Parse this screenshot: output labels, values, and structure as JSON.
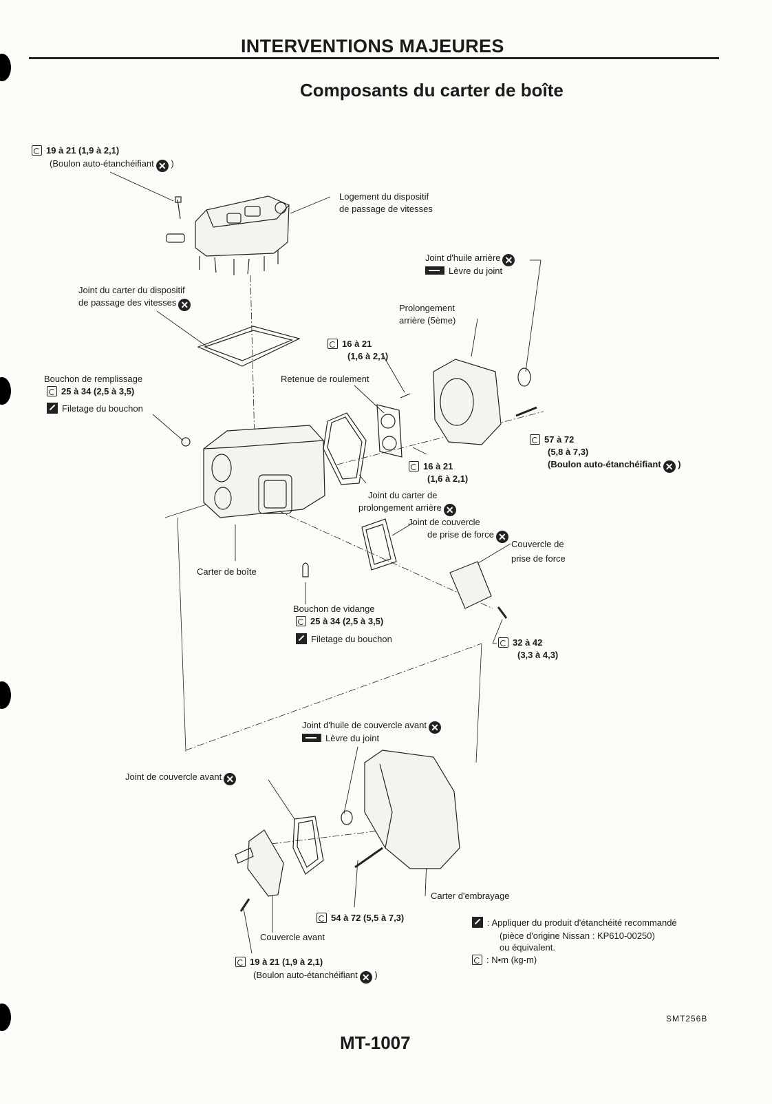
{
  "header": {
    "section": "INTERVENTIONS MAJEURES",
    "title": "Composants du carter de boîte"
  },
  "callouts": {
    "top_bolt_torque": "19 à 21 (1,9 à 2,1)",
    "top_bolt_note": "(Boulon auto-étanchéifiant",
    "shift_housing_1": "Logement du dispositif",
    "shift_housing_2": "de passage de vitesses",
    "rear_oil_seal": "Joint d'huile arrière",
    "seal_lip": "Lèvre du joint",
    "shift_gasket_1": "Joint du carter du dispositif",
    "shift_gasket_2": "de passage des vitesses",
    "rear_ext_1": "Prolongement",
    "rear_ext_2": "arrière (5ème)",
    "bolt_16_torque_a": "16 à 21",
    "bolt_16_torque_b": "(1,6 à 2,1)",
    "bearing_retainer": "Retenue de roulement",
    "filler_plug": "Bouchon de remplissage",
    "filler_torque": "25 à 34 (2,5 à 3,5)",
    "plug_thread": "Filetage du bouchon",
    "bolt_57_a": "57 à 72",
    "bolt_57_b": "(5,8 à 7,3)",
    "bolt_57_c": "(Boulon auto-étanchéifiant",
    "bolt_16b_a": "16 à 21",
    "bolt_16b_b": "(1,6 à 2,1)",
    "ext_gasket_1": "Joint du carter de",
    "ext_gasket_2": "prolongement arrière",
    "pto_gasket_1": "Joint de couvercle",
    "pto_gasket_2": "de prise de force",
    "pto_cover_1": "Couvercle de",
    "pto_cover_2": "prise de force",
    "case": "Carter de boîte",
    "drain_plug": "Bouchon de vidange",
    "drain_torque": "25 à 34 (2,5 à 3,5)",
    "drain_thread": "Filetage du bouchon",
    "bolt_32_a": "32 à 42",
    "bolt_32_b": "(3,3 à 4,3)",
    "front_oil_seal": "Joint d'huile de couvercle avant",
    "front_seal_lip": "Lèvre du joint",
    "front_cover_gasket": "Joint de couvercle avant",
    "clutch_housing": "Carter d'embrayage",
    "bolt_54": "54 à 72 (5,5 à 7,3)",
    "front_cover": "Couvercle avant",
    "bottom_bolt_torque": "19 à 21 (1,9 à 2,1)",
    "bottom_bolt_note": "(Boulon auto-étanchéifiant"
  },
  "legend": {
    "sealant_1": ": Appliquer du produit d'étanchéité recommandé",
    "sealant_2": "(pièce d'origine Nissan : KP610-00250)",
    "sealant_3": "ou équivalent.",
    "torque_unit": ": N•m (kg-m)"
  },
  "footer": {
    "figure_ref": "SMT256B",
    "page_number": "MT-1007"
  },
  "icons": {
    "torque": "torque-wrench-icon",
    "sealant": "sealant-icon",
    "lip": "seal-lip-grease-icon",
    "replace": "replace-part-icon"
  }
}
